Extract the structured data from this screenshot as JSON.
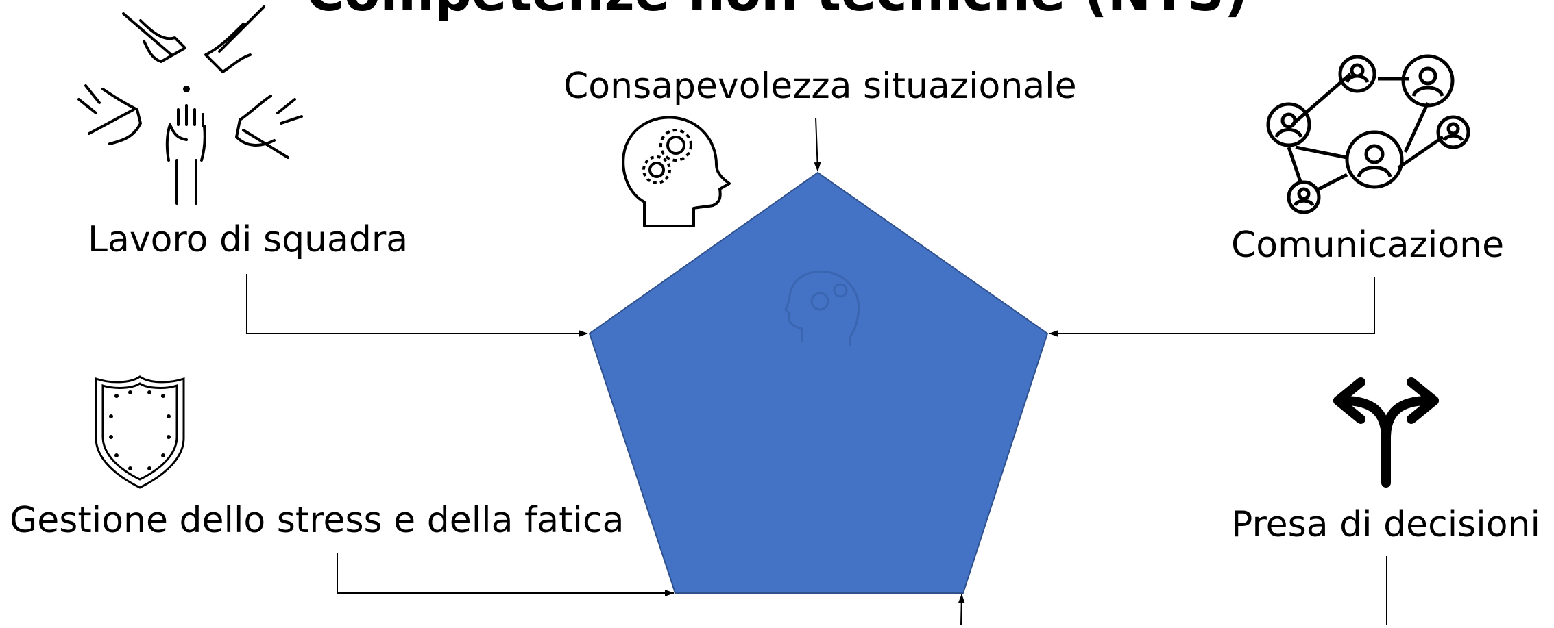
{
  "title": "Competenze non tecniche (NTS)",
  "labels": {
    "situational_awareness": "Consapevolezza situazionale",
    "teamwork": "Lavoro di squadra",
    "communication": "Comunicazione",
    "stress_fatigue": "Gestione dello stress e della fatica",
    "decision_making": "Presa di decisioni"
  },
  "colors": {
    "pentagon_fill": "#4472C4",
    "pentagon_stroke": "#2F528F",
    "ink": "#000000"
  },
  "icons": {
    "situational_awareness": "head-gears-icon",
    "teamwork": "hands-circle-icon",
    "communication": "people-network-icon",
    "stress_fatigue": "shield-icon",
    "decision_making": "fork-arrow-icon"
  }
}
